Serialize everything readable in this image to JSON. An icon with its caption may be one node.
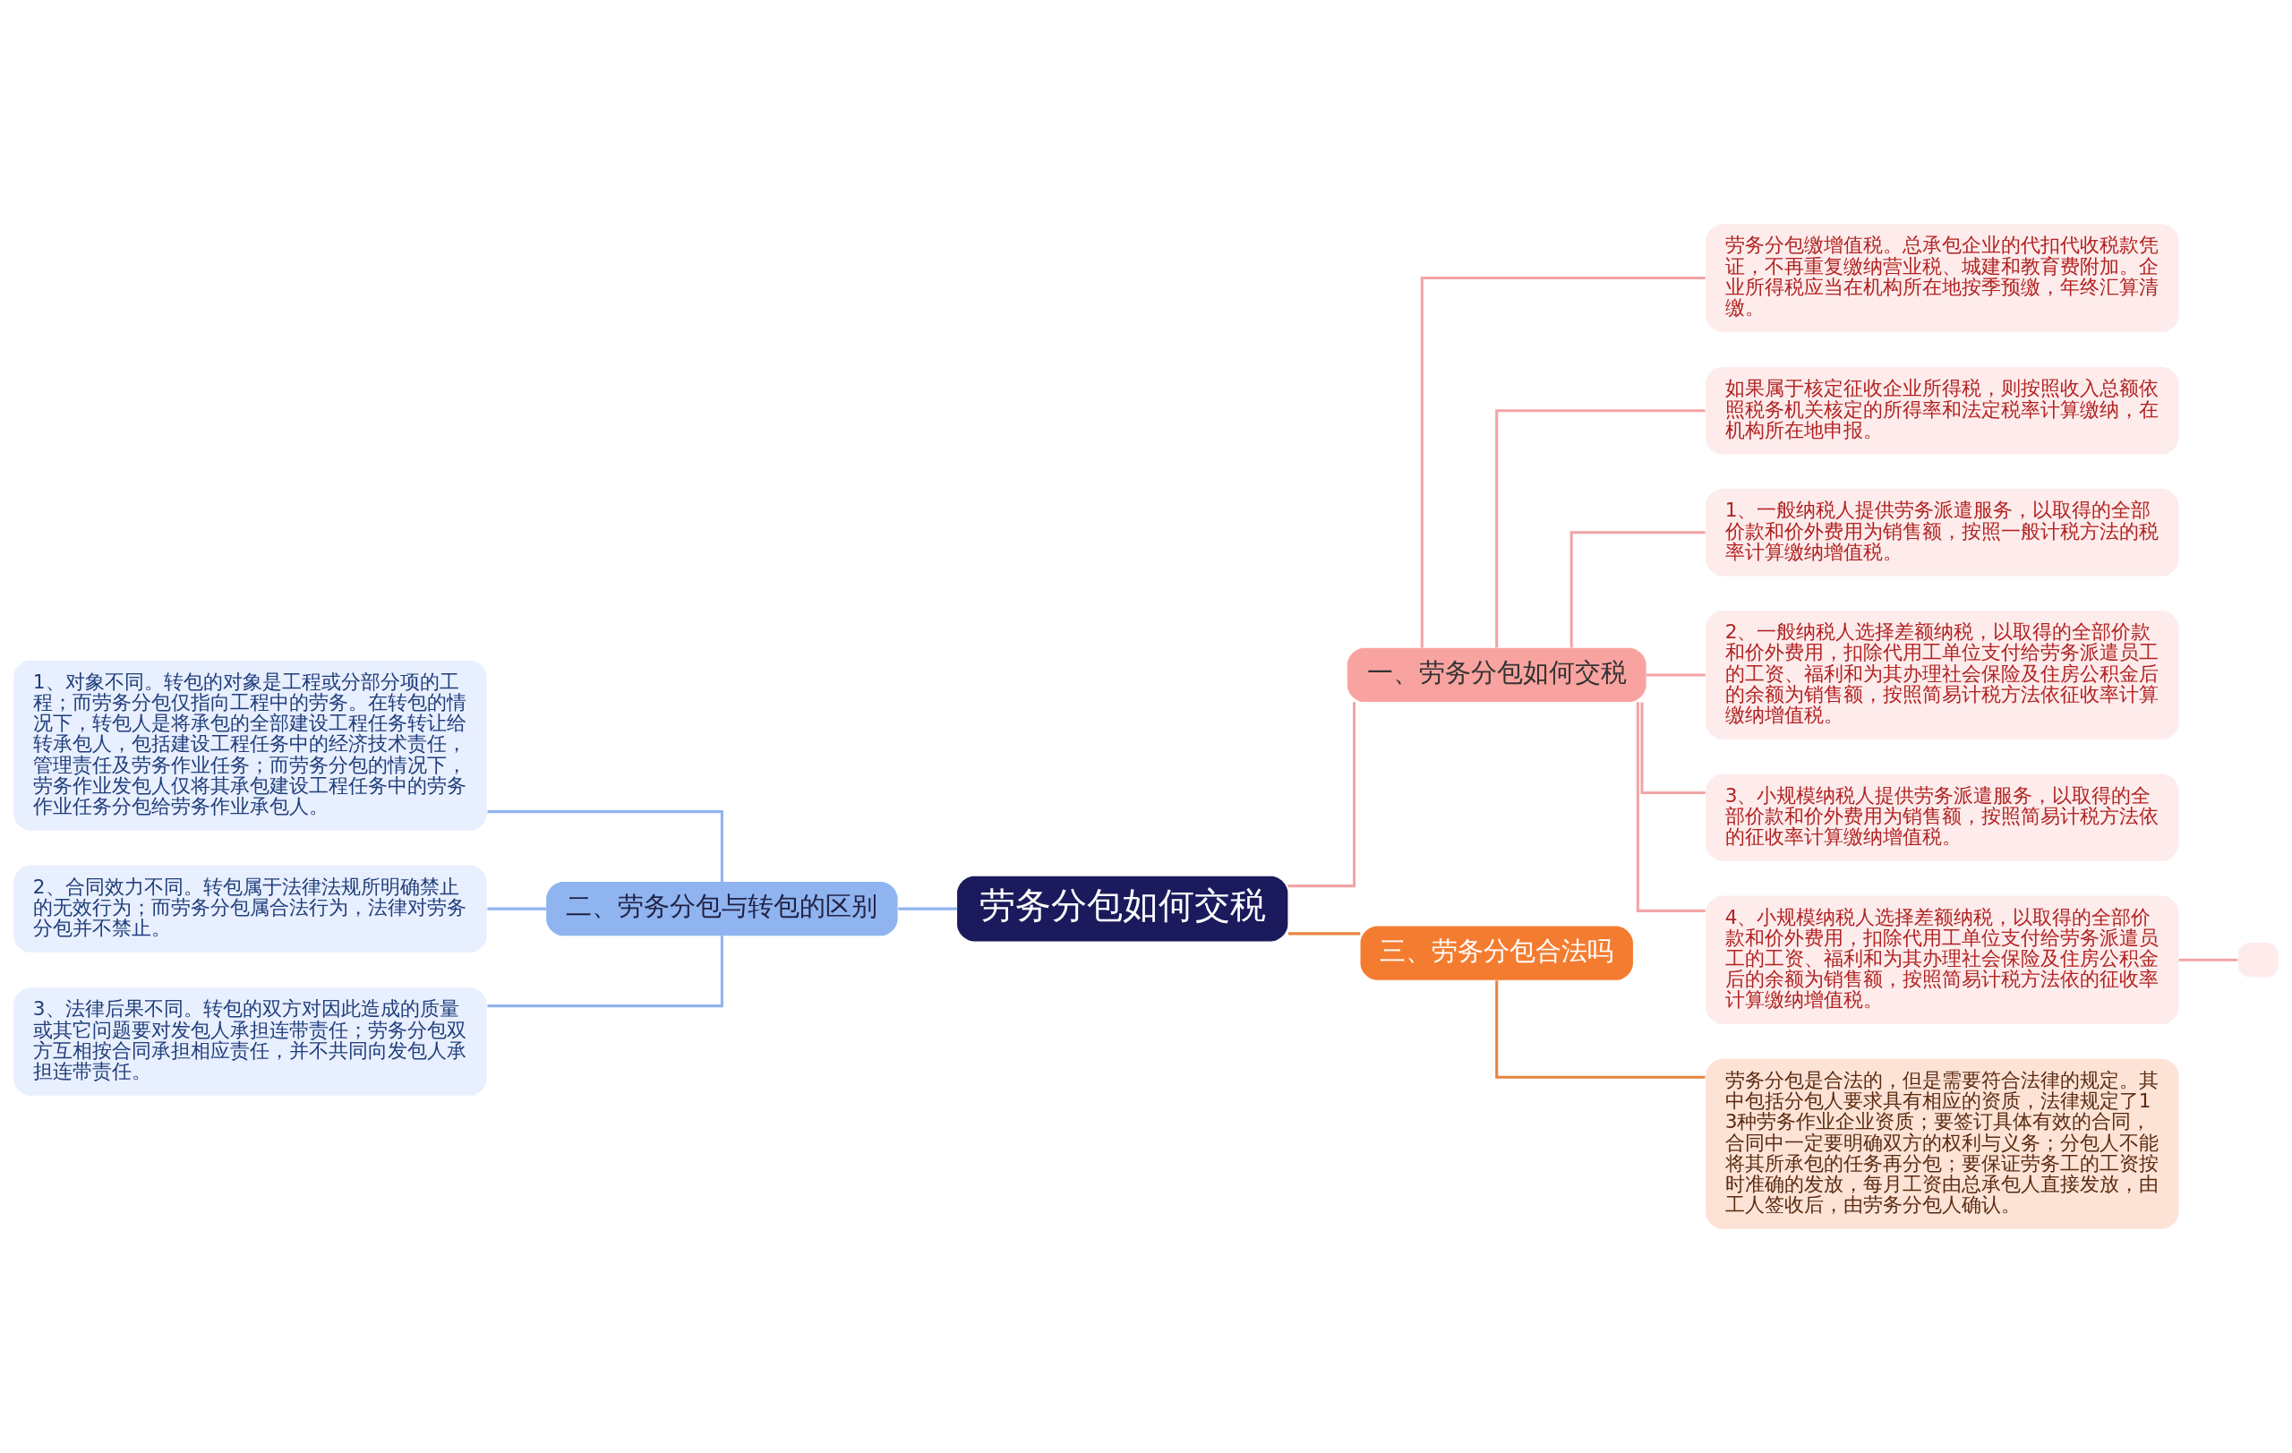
{
  "diagram": {
    "nodes": [
      {
        "text": [
          "劳务分包如何交税"
        ]
      },
      {
        "text": [
          "一、劳务分包如何交税"
        ]
      },
      {
        "text": [
          "劳务分包缴增值税。总承包企业的代扣代收税款凭证，不再重复缴纳营业税、城建和教育费附加。企业所得税应当在机构所在地按季预缴，年终汇算清缴。"
        ]
      },
      {
        "text": [
          "如果属于核定征收企业所得税，则按照收入总额依照税务机关核定的所得率和法定税率计算缴纳，在机构所在地申报。"
        ]
      },
      {
        "text": [
          "1、一般纳税人提供劳务派遣服务，以取得的全部价款和价外费用为销售额，按照一般计税方法的税率计算缴纳增值税。"
        ]
      },
      {
        "text": [
          "2、一般纳税人选择差额纳税，以取得的全部价款和价外费用，扣除代用工单位支付给劳务派遣员工的工资、福利和为其办理社会保险及住房公积金后的余额为销售额，按照简易计税方法依征收率计算缴纳增值税。"
        ]
      },
      {
        "text": [
          "3、小规模纳税人提供劳务派遣服务，以取得的全部价款和价外费用为销售额，按照简易计税方法依的征收率计算缴纳增值税。"
        ]
      },
      {
        "text": [
          "4、小规模纳税人选择差额纳税，以取得的全部价款和价外费用，扣除代用工单位支付给劳务派遣员工的工资、福利和为其办理社会保险及住房公积金后的余额为销售额，按照简易计税方法依的征收率计算缴纳增值税。"
        ]
      },
      {
        "text": [],
        "shape": "box"
      },
      {
        "text": [
          "二、劳务分包与转包的区别"
        ]
      },
      {
        "text": [
          "1、对象不同。转包的对象是工程或分部分项的工程；而劳务分包仅指向工程中的劳务。在转包的情况下，转包人是将承包的全部建设工程任务转让给转承包人，包括建设工程任务中的经济技术责任，管理责任及劳务作业任务；而劳务分包的情况下，劳务作业发包人仅将其承包建设工程任务中的劳务作业任务分包给劳务作业承包人。"
        ]
      },
      {
        "text": [
          "2、合同效力不同。转包属于法律法规所明确禁止的无效行为；而劳务分包属合法行为，法律对劳务分包并不禁止。"
        ]
      },
      {
        "text": [
          "3、法律后果不同。转包的双方对因此造成的质量或其它问题要对发包人承担连带责任；劳务分包双方互相按合同承担相应责任，并不共同向发包人承担连带责任。"
        ]
      },
      {
        "text": [
          "三、劳务分包合法吗"
        ]
      },
      {
        "text": [
          "劳务分包是合法的，但是需要符合法律的规定。其中包括分包人要求具有相应的资质，法律规定了13种劳务作业企业资质；要签订具体有效的合同，合同中一定要明确双方的权利与义务；分包人不能将其所承包的任务再分包；要保证劳务工的工资按时准确的发放，每月工资由总承包人直接发放，由工人签收后，由劳务分包人确认。"
        ]
      }
    ],
    "edges": [
      {
        "from": 0,
        "to": 1,
        "arrow": "none"
      },
      {
        "from": 1,
        "to": 2,
        "arrow": "none"
      },
      {
        "from": 1,
        "to": 3,
        "arrow": "none"
      },
      {
        "from": 1,
        "to": 4,
        "arrow": "none"
      },
      {
        "from": 1,
        "to": 5,
        "arrow": "none"
      },
      {
        "from": 1,
        "to": 6,
        "arrow": "none"
      },
      {
        "from": 1,
        "to": 7,
        "arrow": "none"
      },
      {
        "from": 7,
        "to": 8,
        "arrow": "none"
      },
      {
        "from": 0,
        "to": 9,
        "arrow": "none",
        "color": "#8fb4f0"
      },
      {
        "from": 9,
        "to": 10,
        "arrow": "none",
        "color": "#8fb4f0"
      },
      {
        "from": 9,
        "to": 11,
        "arrow": "none",
        "color": "#8fb4f0"
      },
      {
        "from": 9,
        "to": 12,
        "arrow": "none",
        "color": "#8fb4f0"
      },
      {
        "from": 0,
        "to": 13,
        "arrow": "none",
        "color": "#e8853f"
      },
      {
        "from": 13,
        "to": 14,
        "arrow": "none",
        "color": "#e8853f"
      }
    ]
  }
}
